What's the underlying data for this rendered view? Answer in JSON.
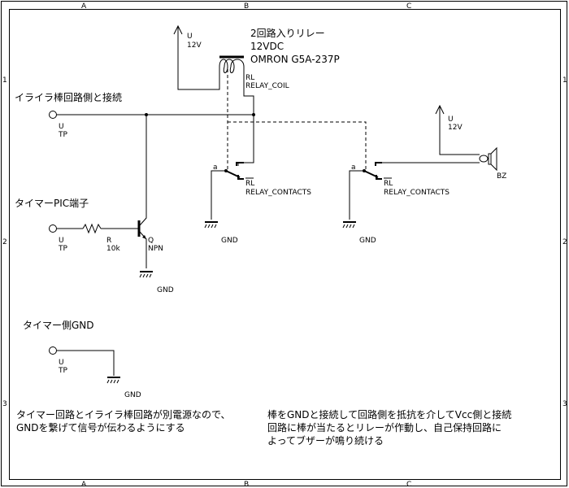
{
  "frame": {
    "columns": [
      "A",
      "B",
      "C"
    ],
    "rows": [
      "1",
      "2",
      "3"
    ]
  },
  "relay": {
    "title": "2回路入りリレー",
    "rating": "12VDC",
    "model": "OMRON G5A-237P",
    "coil_ref": "RL",
    "coil_name": "RELAY_COIL",
    "contacts_ref": "RL",
    "contacts_name": "RELAY_CONTACTS",
    "contact_pin": "a"
  },
  "power": {
    "ref": "U",
    "value": "12V"
  },
  "ports": {
    "iraira": {
      "heading": "イライラ棒回路側と接続",
      "ref": "U",
      "type": "TP"
    },
    "timer_pic": {
      "heading": "タイマーPIC端子",
      "ref": "U",
      "type": "TP"
    },
    "timer_gnd": {
      "heading": "タイマー側GND",
      "ref": "U",
      "type": "TP"
    }
  },
  "resistor": {
    "ref": "R",
    "value": "10k"
  },
  "transistor": {
    "ref": "Q",
    "type": "NPN"
  },
  "buzzer": {
    "ref": "BZ"
  },
  "gnd_label": "GND",
  "notes": {
    "left": [
      "タイマー回路とイライラ棒回路が別電源なので、",
      "GNDを繋げて信号が伝わるようにする"
    ],
    "right": [
      "棒をGNDと接続して回路側を抵抗を介してVcc側と接続",
      "回路に棒が当たるとリレーが作動し、自己保持回路に",
      "よってブザーが鳴り続ける"
    ]
  }
}
